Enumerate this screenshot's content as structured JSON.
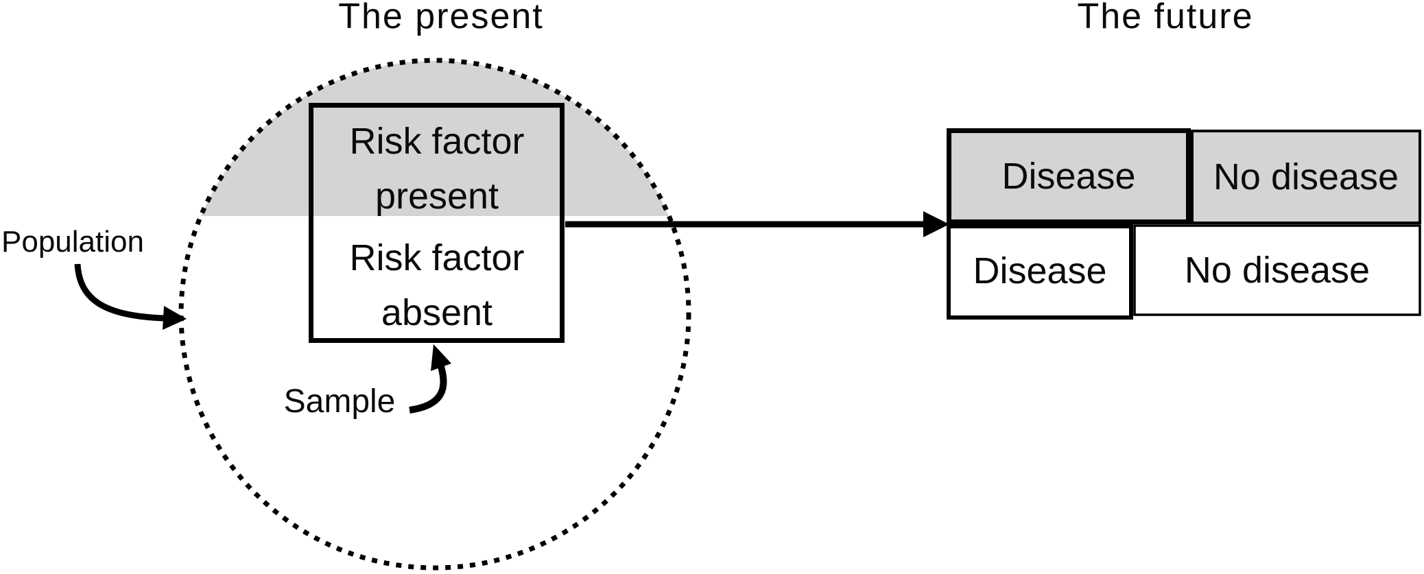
{
  "titles": {
    "present": "The present",
    "future": "The future"
  },
  "annotations": {
    "population": "Population",
    "sample": "Sample"
  },
  "sample_square": {
    "risk_present": "Risk factor\npresent",
    "risk_absent": "Risk factor\nabsent"
  },
  "future_table": {
    "exposed_row": {
      "disease": "Disease",
      "no_disease": "No disease"
    },
    "unexposed_row": {
      "disease": "Disease",
      "no_disease": "No disease"
    }
  },
  "colors": {
    "shaded_gray": "#d4d4d4",
    "line_black": "#000000",
    "white": "#ffffff"
  }
}
